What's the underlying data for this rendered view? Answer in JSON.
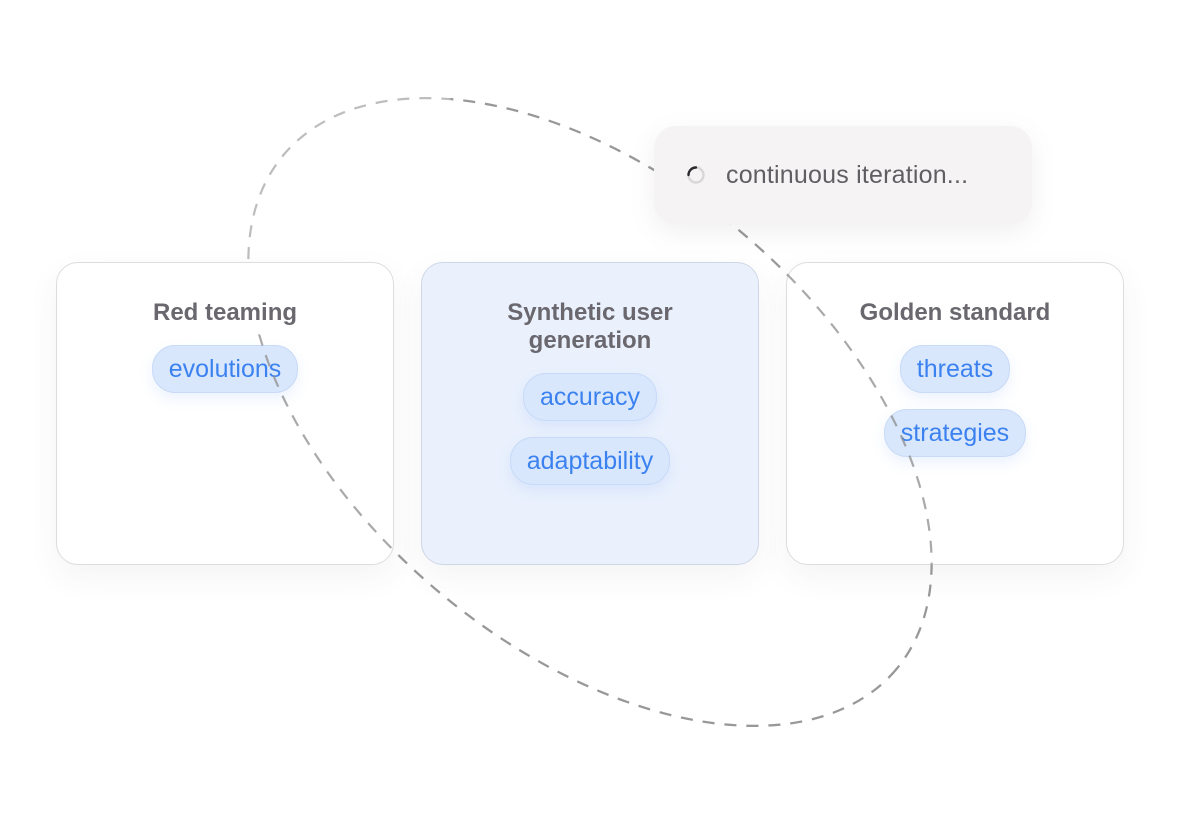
{
  "status": {
    "text": "continuous iteration...",
    "icon": "spinner-icon"
  },
  "cards": [
    {
      "title": "Red teaming",
      "highlighted": false,
      "tags": [
        "evolutions"
      ]
    },
    {
      "title": "Synthetic user generation",
      "highlighted": true,
      "tags": [
        "accuracy",
        "adaptability"
      ]
    },
    {
      "title": "Golden standard",
      "highlighted": false,
      "tags": [
        "threats",
        "strategies"
      ]
    }
  ],
  "colors": {
    "tag_text": "#3b82f0",
    "tag_bg": "#d9e7fc",
    "highlight_card_bg": "#eaf1fd",
    "title_text": "#6a686e",
    "orbit_stroke": "#8c8c8c"
  }
}
